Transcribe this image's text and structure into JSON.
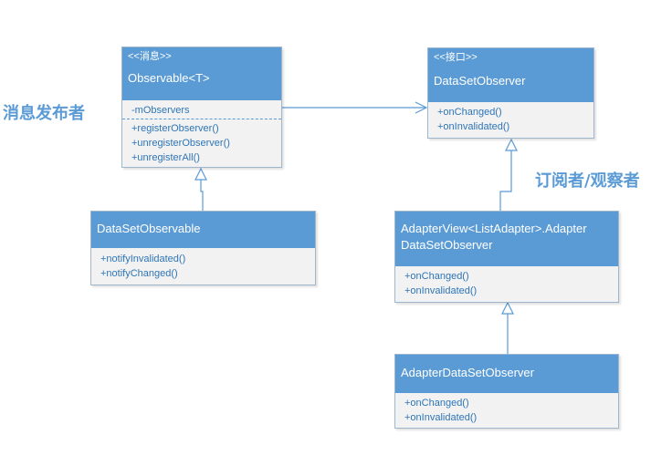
{
  "labels": {
    "publisher": "消息发布者",
    "subscriber": "订阅者/观察者"
  },
  "classes": {
    "observable": {
      "stereotype": "<<消息>>",
      "name": "Observable<T>",
      "attributes": [
        "-mObservers"
      ],
      "operations": [
        "+registerObserver()",
        "+unregisterObserver()",
        "+unregisterAll()"
      ]
    },
    "dataSetObserver": {
      "stereotype": "<<接口>>",
      "name": "DataSetObserver",
      "operations": [
        "+onChanged()",
        "+onInvalidated()"
      ]
    },
    "dataSetObservable": {
      "name": "DataSetObservable",
      "operations": [
        "+notifyInvalidated()",
        "+notifyChanged()"
      ]
    },
    "adapterViewObserver": {
      "name_line1": "AdapterView<ListAdapter>.Adapter",
      "name_line2": "DataSetObserver",
      "operations": [
        "+onChanged()",
        "+onInvalidated()"
      ]
    },
    "adapterDataSetObserver": {
      "name": "AdapterDataSetObserver",
      "operations": [
        "+onChanged()",
        "+onInvalidated()"
      ]
    }
  },
  "colors": {
    "header": "#5b9bd5",
    "body": "#f2f2f2",
    "text": "#2e75b6",
    "connector": "#5b9bd5"
  }
}
